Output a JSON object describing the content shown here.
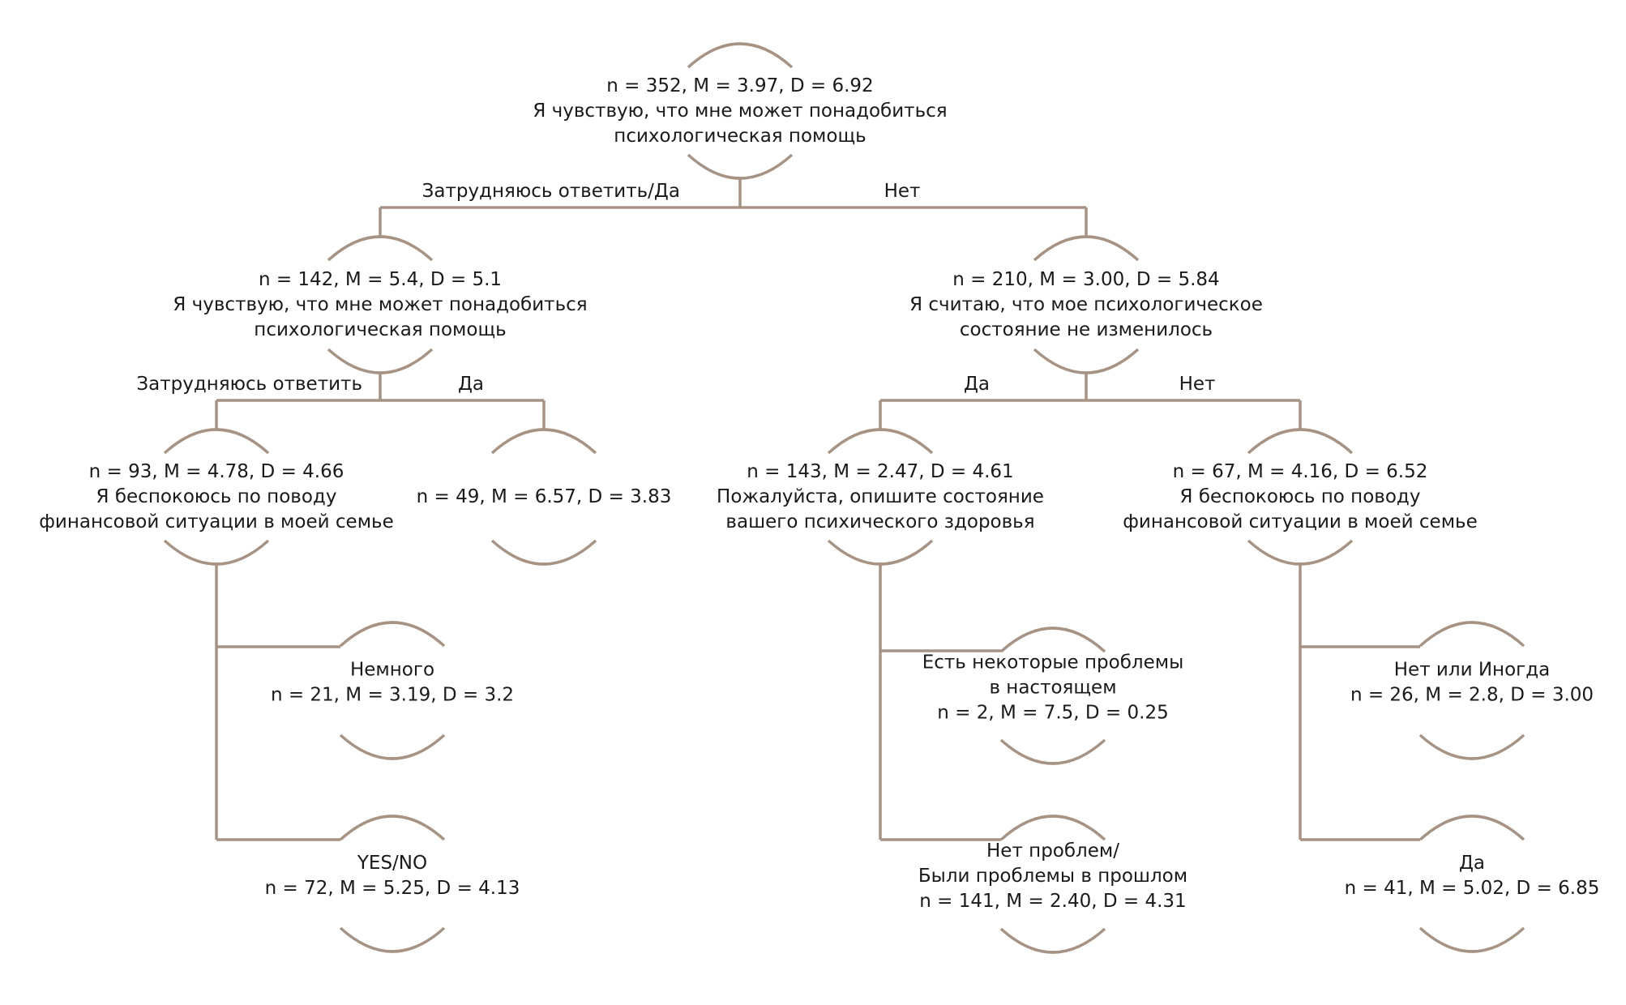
{
  "diagram": {
    "type": "decision-tree",
    "line_color": "#a69384",
    "text_color": "#1a1a1a",
    "nodes": [
      {
        "id": "root",
        "stats": "n = 352, M = 3.97, D = 6.92",
        "question": [
          "Я чувствую, что мне может понадобиться",
          "психологическая помощь"
        ]
      },
      {
        "id": "L",
        "parent": "root",
        "branch_label": "Затрудняюсь ответить/Да",
        "stats": "n = 142, M = 5.4, D = 5.1",
        "question": [
          "Я чувствую, что мне может понадобиться",
          "психологическая помощь"
        ]
      },
      {
        "id": "R",
        "parent": "root",
        "branch_label": "Нет",
        "stats": "n = 210, M = 3.00, D = 5.84",
        "question": [
          "Я считаю, что мое психологическое",
          "состояние не изменилось"
        ]
      },
      {
        "id": "LL",
        "parent": "L",
        "branch_label": "Затрудняюсь ответить",
        "stats": "n = 93, M = 4.78, D = 4.66",
        "question": [
          "Я беспокоюсь по поводу",
          "финансовой ситуации в моей семье"
        ]
      },
      {
        "id": "LR",
        "parent": "L",
        "branch_label": "Да",
        "stats": "n = 49, M = 6.57, D = 3.83",
        "question": []
      },
      {
        "id": "RL",
        "parent": "R",
        "branch_label": "Да",
        "stats": "n = 143, M = 2.47, D = 4.61",
        "question": [
          "Пожалуйста, опишите состояние",
          "вашего психического здоровья"
        ]
      },
      {
        "id": "RR",
        "parent": "R",
        "branch_label": "Нет",
        "stats": "n = 67, M = 4.16, D = 6.52",
        "question": [
          "Я беспокоюсь по поводу",
          "финансовой ситуации в моей семье"
        ]
      },
      {
        "id": "LL1",
        "parent": "LL",
        "leaf_label": [
          "Немного"
        ],
        "stats": "n = 21, M = 3.19, D = 3.2"
      },
      {
        "id": "LL2",
        "parent": "LL",
        "leaf_label": [
          "YES/NO"
        ],
        "stats": "n = 72, M = 5.25, D = 4.13"
      },
      {
        "id": "RL1",
        "parent": "RL",
        "leaf_label": [
          "Есть некоторые проблемы",
          "в настоящем"
        ],
        "stats": "n = 2, M = 7.5, D = 0.25"
      },
      {
        "id": "RL2",
        "parent": "RL",
        "leaf_label": [
          "Нет проблем/",
          "Были проблемы в прошлом"
        ],
        "stats": "n = 141, M = 2.40, D = 4.31"
      },
      {
        "id": "RR1",
        "parent": "RR",
        "leaf_label": [
          "Нет или Иногда"
        ],
        "stats": "n = 26, M = 2.8, D = 3.00"
      },
      {
        "id": "RR2",
        "parent": "RR",
        "leaf_label": [
          "Да"
        ],
        "stats": "n = 41, M = 5.02, D = 6.85"
      }
    ]
  }
}
